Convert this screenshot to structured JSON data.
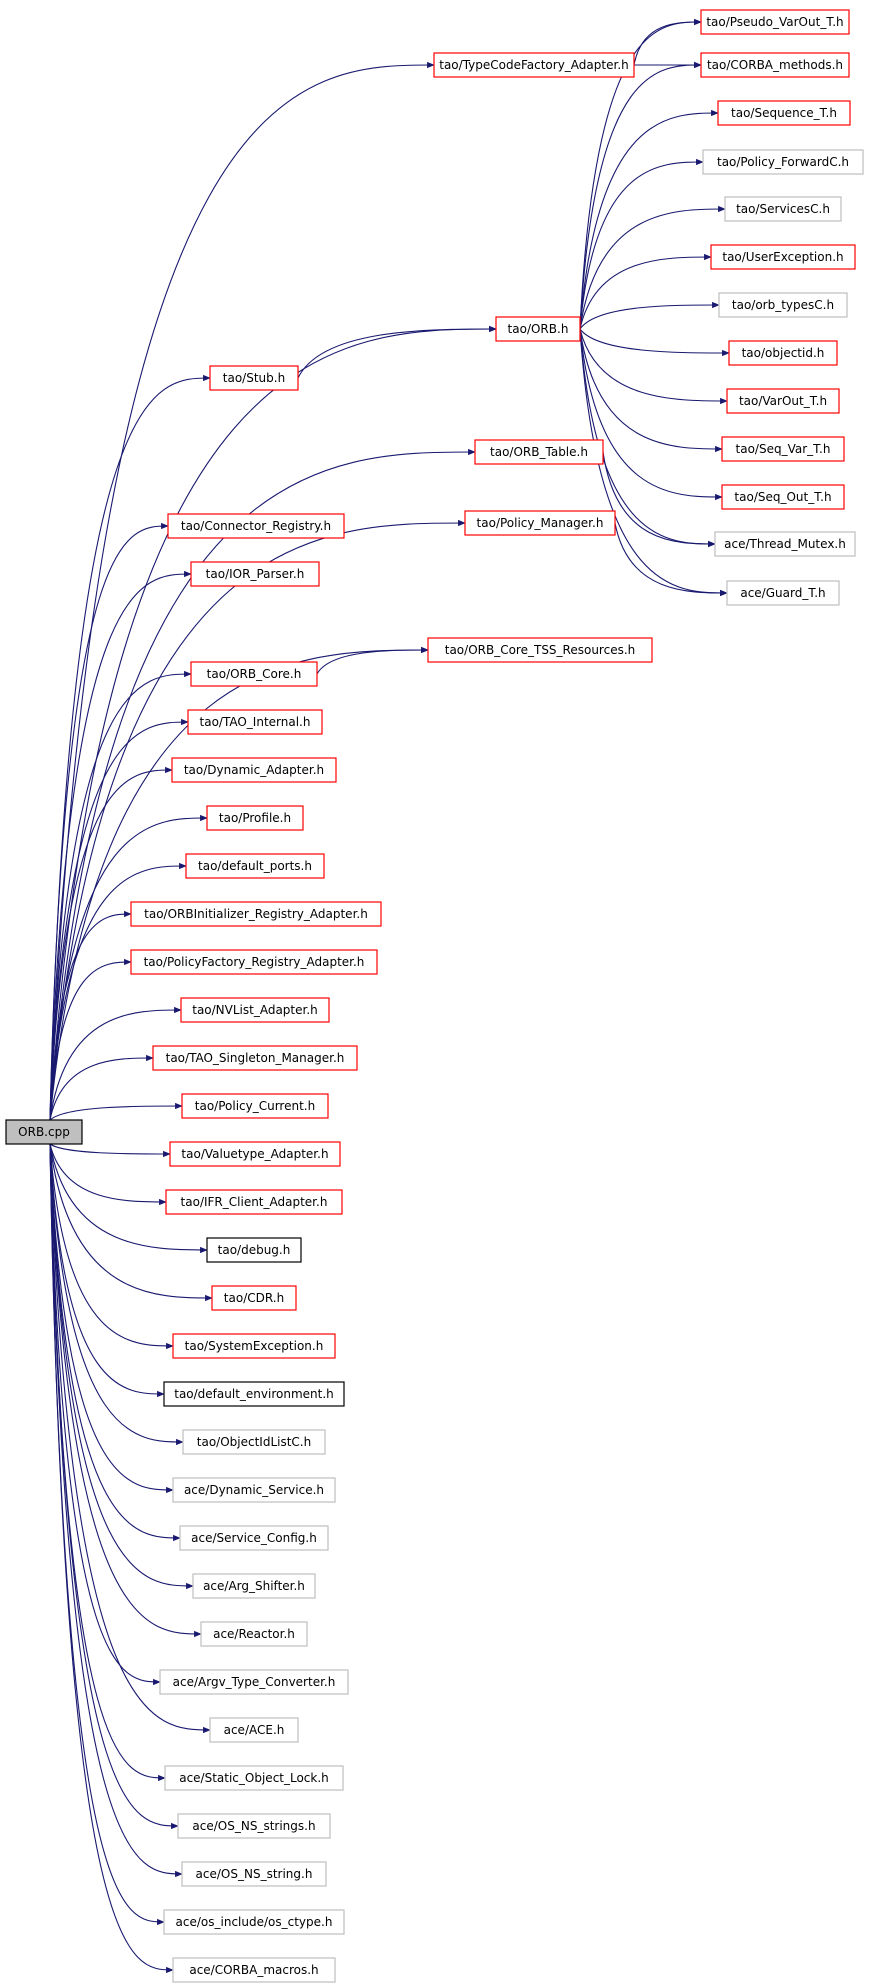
{
  "diagram": {
    "root": "ORB.cpp",
    "nodes": [
      {
        "id": "n_pseudo",
        "label": "tao/Pseudo_VarOut_T.h",
        "style": "red"
      },
      {
        "id": "n_tcf",
        "label": "tao/TypeCodeFactory_Adapter.h",
        "style": "red"
      },
      {
        "id": "n_corba_methods",
        "label": "tao/CORBA_methods.h",
        "style": "red"
      },
      {
        "id": "n_sequence",
        "label": "tao/Sequence_T.h",
        "style": "red"
      },
      {
        "id": "n_policy_fwd",
        "label": "tao/Policy_ForwardC.h",
        "style": "gray"
      },
      {
        "id": "n_servicesc",
        "label": "tao/ServicesC.h",
        "style": "gray"
      },
      {
        "id": "n_userexc",
        "label": "tao/UserException.h",
        "style": "red"
      },
      {
        "id": "n_orb_types",
        "label": "tao/orb_typesC.h",
        "style": "gray"
      },
      {
        "id": "n_orb",
        "label": "tao/ORB.h",
        "style": "red"
      },
      {
        "id": "n_stub",
        "label": "tao/Stub.h",
        "style": "red"
      },
      {
        "id": "n_objectid",
        "label": "tao/objectid.h",
        "style": "red"
      },
      {
        "id": "n_varout",
        "label": "tao/VarOut_T.h",
        "style": "red"
      },
      {
        "id": "n_orb_table",
        "label": "tao/ORB_Table.h",
        "style": "red"
      },
      {
        "id": "n_seq_var",
        "label": "tao/Seq_Var_T.h",
        "style": "red"
      },
      {
        "id": "n_seq_out",
        "label": "tao/Seq_Out_T.h",
        "style": "red"
      },
      {
        "id": "n_policy_mgr",
        "label": "tao/Policy_Manager.h",
        "style": "red"
      },
      {
        "id": "n_connector",
        "label": "tao/Connector_Registry.h",
        "style": "red"
      },
      {
        "id": "n_thread_mutex",
        "label": "ace/Thread_Mutex.h",
        "style": "gray"
      },
      {
        "id": "n_ior_parser",
        "label": "tao/IOR_Parser.h",
        "style": "red"
      },
      {
        "id": "n_guard",
        "label": "ace/Guard_T.h",
        "style": "gray"
      },
      {
        "id": "n_tss",
        "label": "tao/ORB_Core_TSS_Resources.h",
        "style": "red"
      },
      {
        "id": "n_orb_core",
        "label": "tao/ORB_Core.h",
        "style": "red"
      },
      {
        "id": "n_tao_internal",
        "label": "tao/TAO_Internal.h",
        "style": "red"
      },
      {
        "id": "n_dynamic_adapter",
        "label": "tao/Dynamic_Adapter.h",
        "style": "red"
      },
      {
        "id": "n_profile",
        "label": "tao/Profile.h",
        "style": "red"
      },
      {
        "id": "n_default_ports",
        "label": "tao/default_ports.h",
        "style": "red"
      },
      {
        "id": "n_orbinit",
        "label": "tao/ORBInitializer_Registry_Adapter.h",
        "style": "red"
      },
      {
        "id": "n_policyfactory",
        "label": "tao/PolicyFactory_Registry_Adapter.h",
        "style": "red"
      },
      {
        "id": "n_nvlist",
        "label": "tao/NVList_Adapter.h",
        "style": "red"
      },
      {
        "id": "n_singleton",
        "label": "tao/TAO_Singleton_Manager.h",
        "style": "red"
      },
      {
        "id": "n_policy_current",
        "label": "tao/Policy_Current.h",
        "style": "red"
      },
      {
        "id": "n_valuetype",
        "label": "tao/Valuetype_Adapter.h",
        "style": "red"
      },
      {
        "id": "n_ifr",
        "label": "tao/IFR_Client_Adapter.h",
        "style": "red"
      },
      {
        "id": "n_debug",
        "label": "tao/debug.h",
        "style": "black"
      },
      {
        "id": "n_cdr",
        "label": "tao/CDR.h",
        "style": "red"
      },
      {
        "id": "n_sysexc",
        "label": "tao/SystemException.h",
        "style": "red"
      },
      {
        "id": "n_default_env",
        "label": "tao/default_environment.h",
        "style": "black"
      },
      {
        "id": "n_objectidlist",
        "label": "tao/ObjectIdListC.h",
        "style": "gray"
      },
      {
        "id": "n_dynamic_service",
        "label": "ace/Dynamic_Service.h",
        "style": "gray"
      },
      {
        "id": "n_service_config",
        "label": "ace/Service_Config.h",
        "style": "gray"
      },
      {
        "id": "n_arg_shifter",
        "label": "ace/Arg_Shifter.h",
        "style": "gray"
      },
      {
        "id": "n_reactor",
        "label": "ace/Reactor.h",
        "style": "gray"
      },
      {
        "id": "n_argv_type",
        "label": "ace/Argv_Type_Converter.h",
        "style": "gray"
      },
      {
        "id": "n_ace",
        "label": "ace/ACE.h",
        "style": "gray"
      },
      {
        "id": "n_static_lock",
        "label": "ace/Static_Object_Lock.h",
        "style": "gray"
      },
      {
        "id": "n_os_ns_strings",
        "label": "ace/OS_NS_strings.h",
        "style": "gray"
      },
      {
        "id": "n_os_ns_string",
        "label": "ace/OS_NS_string.h",
        "style": "gray"
      },
      {
        "id": "n_os_ctype",
        "label": "ace/os_include/os_ctype.h",
        "style": "gray"
      },
      {
        "id": "n_corba_macros",
        "label": "ace/CORBA_macros.h",
        "style": "gray"
      }
    ],
    "edges": [
      {
        "from": "root",
        "to": "n_tcf"
      },
      {
        "from": "root",
        "to": "n_orb"
      },
      {
        "from": "root",
        "to": "n_stub"
      },
      {
        "from": "root",
        "to": "n_orb_table"
      },
      {
        "from": "root",
        "to": "n_policy_mgr"
      },
      {
        "from": "root",
        "to": "n_connector"
      },
      {
        "from": "root",
        "to": "n_ior_parser"
      },
      {
        "from": "root",
        "to": "n_tss"
      },
      {
        "from": "root",
        "to": "n_orb_core"
      },
      {
        "from": "root",
        "to": "n_tao_internal"
      },
      {
        "from": "root",
        "to": "n_dynamic_adapter"
      },
      {
        "from": "root",
        "to": "n_profile"
      },
      {
        "from": "root",
        "to": "n_default_ports"
      },
      {
        "from": "root",
        "to": "n_orbinit"
      },
      {
        "from": "root",
        "to": "n_policyfactory"
      },
      {
        "from": "root",
        "to": "n_nvlist"
      },
      {
        "from": "root",
        "to": "n_singleton"
      },
      {
        "from": "root",
        "to": "n_policy_current"
      },
      {
        "from": "root",
        "to": "n_valuetype"
      },
      {
        "from": "root",
        "to": "n_ifr"
      },
      {
        "from": "root",
        "to": "n_debug"
      },
      {
        "from": "root",
        "to": "n_cdr"
      },
      {
        "from": "root",
        "to": "n_sysexc"
      },
      {
        "from": "root",
        "to": "n_default_env"
      },
      {
        "from": "root",
        "to": "n_objectidlist"
      },
      {
        "from": "root",
        "to": "n_dynamic_service"
      },
      {
        "from": "root",
        "to": "n_service_config"
      },
      {
        "from": "root",
        "to": "n_arg_shifter"
      },
      {
        "from": "root",
        "to": "n_reactor"
      },
      {
        "from": "root",
        "to": "n_argv_type"
      },
      {
        "from": "root",
        "to": "n_ace"
      },
      {
        "from": "root",
        "to": "n_static_lock"
      },
      {
        "from": "root",
        "to": "n_os_ns_strings"
      },
      {
        "from": "root",
        "to": "n_os_ns_string"
      },
      {
        "from": "root",
        "to": "n_os_ctype"
      },
      {
        "from": "root",
        "to": "n_corba_macros"
      },
      {
        "from": "n_tcf",
        "to": "n_corba_methods"
      },
      {
        "from": "n_tcf",
        "to": "n_pseudo"
      },
      {
        "from": "n_stub",
        "to": "n_orb"
      },
      {
        "from": "n_orb",
        "to": "n_pseudo"
      },
      {
        "from": "n_orb",
        "to": "n_corba_methods"
      },
      {
        "from": "n_orb",
        "to": "n_sequence"
      },
      {
        "from": "n_orb",
        "to": "n_policy_fwd"
      },
      {
        "from": "n_orb",
        "to": "n_servicesc"
      },
      {
        "from": "n_orb",
        "to": "n_userexc"
      },
      {
        "from": "n_orb",
        "to": "n_orb_types"
      },
      {
        "from": "n_orb",
        "to": "n_objectid"
      },
      {
        "from": "n_orb",
        "to": "n_varout"
      },
      {
        "from": "n_orb",
        "to": "n_seq_var"
      },
      {
        "from": "n_orb",
        "to": "n_seq_out"
      },
      {
        "from": "n_orb",
        "to": "n_thread_mutex"
      },
      {
        "from": "n_orb",
        "to": "n_guard"
      },
      {
        "from": "n_orb_table",
        "to": "n_thread_mutex"
      },
      {
        "from": "n_policy_mgr",
        "to": "n_guard"
      },
      {
        "from": "n_orb_core",
        "to": "n_tss"
      }
    ]
  }
}
